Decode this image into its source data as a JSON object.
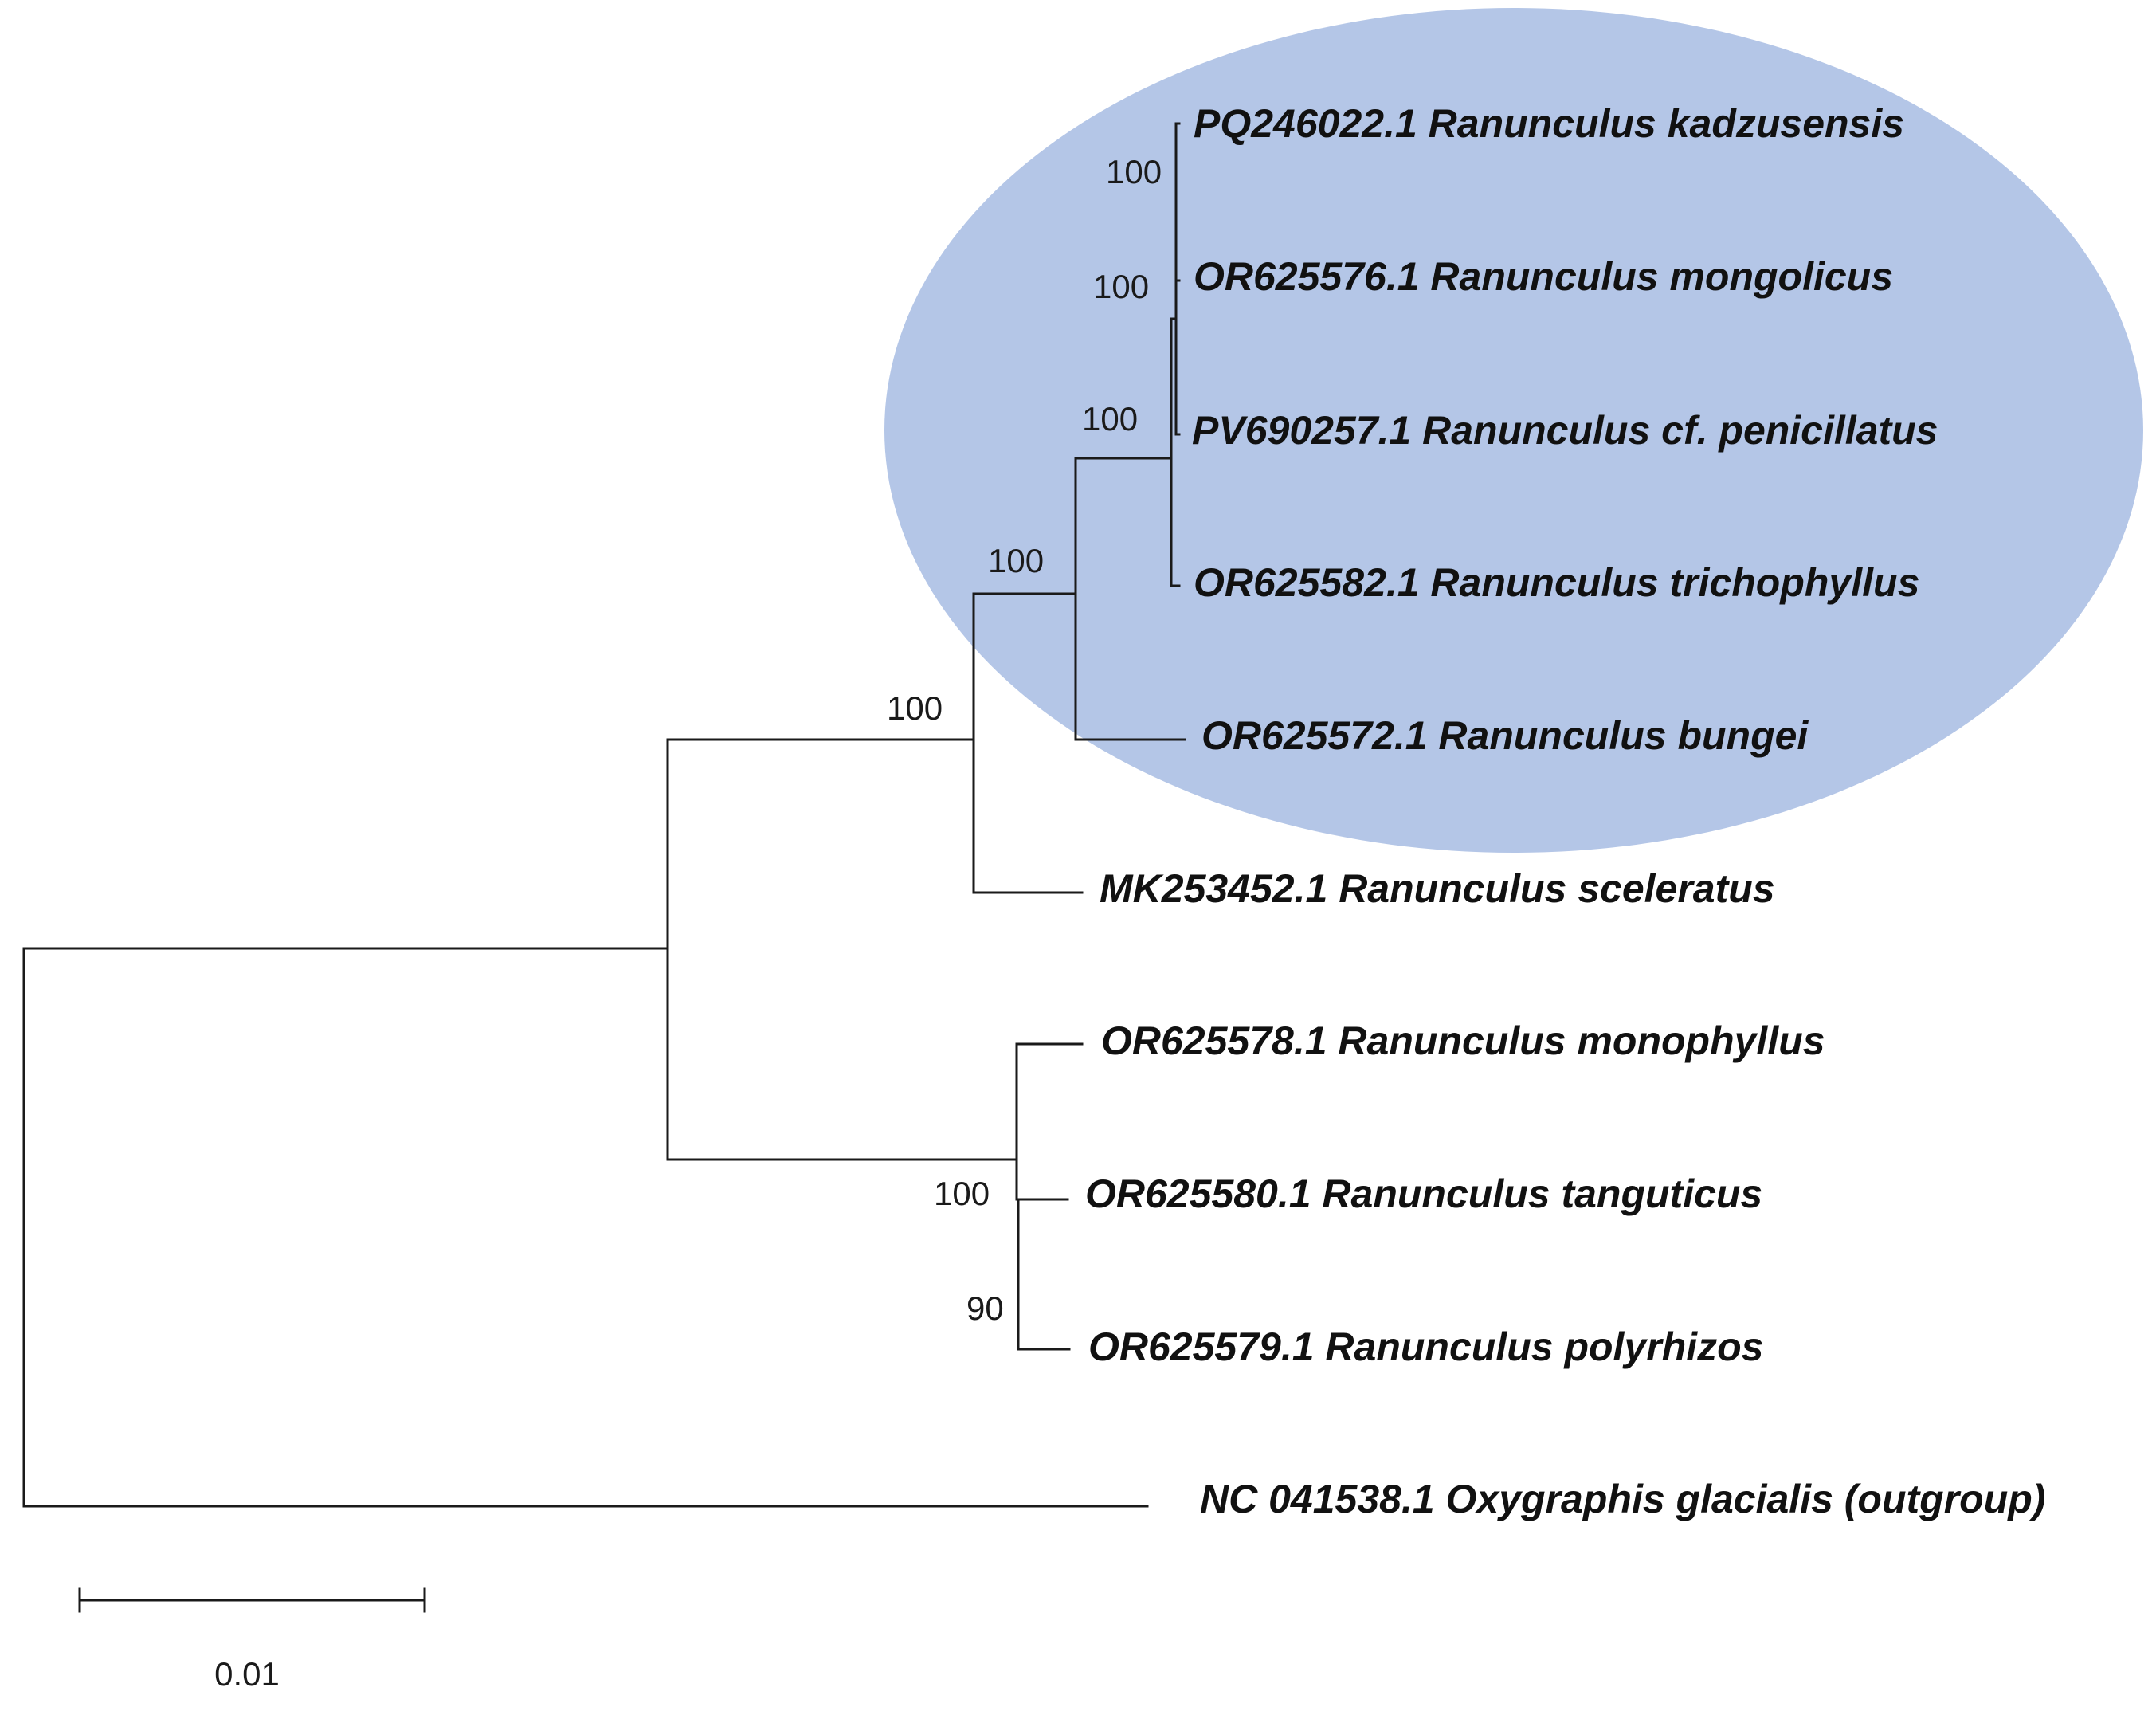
{
  "highlight_color": "#b4c6e7",
  "taxa": {
    "t1": "PQ246022.1 Ranunculus kadzusensis",
    "t2": "OR625576.1 Ranunculus mongolicus",
    "t3": "PV690257.1 Ranunculus cf. penicillatus",
    "t4": "OR625582.1 Ranunculus trichophyllus",
    "t5": "OR625572.1 Ranunculus bungei",
    "t6": "MK253452.1 Ranunculus sceleratus",
    "t7": "OR625578.1 Ranunculus monophyllus",
    "t8": "OR625580.1 Ranunculus tanguticus",
    "t9": "OR625579.1 Ranunculus polyrhizos",
    "t10": "NC 041538.1 Oxygraphis glacialis (outgroup)"
  },
  "support": {
    "s1": "100",
    "s2": "100",
    "s3": "100",
    "s4": "100",
    "s5": "100",
    "s6": "100",
    "s7": "90"
  },
  "scale_bar": {
    "label": "0.01",
    "length": 0.01
  }
}
